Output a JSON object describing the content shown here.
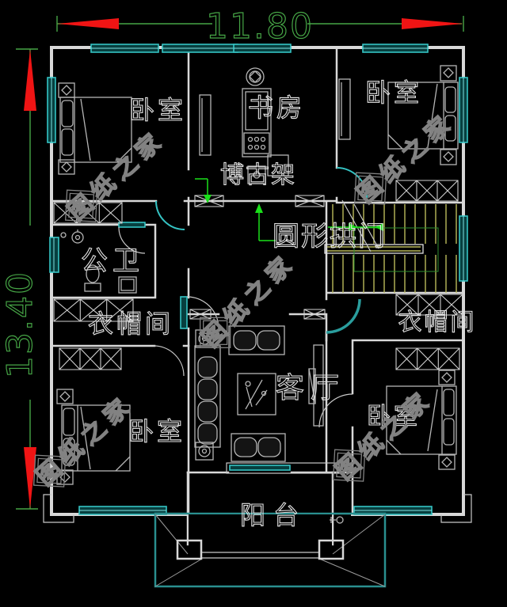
{
  "drawing": {
    "type": "residential floor plan",
    "width_dim": "11.80",
    "height_dim": "13.40"
  },
  "labels": {
    "bedroom_top_left": "卧室",
    "bedroom_top_right": "卧室",
    "bedroom_bottom_left": "卧室",
    "bedroom_bottom_right": "卧室",
    "study": "书房",
    "display_shelf": "博古架",
    "round_arch": "圆形拱门",
    "bathroom": "公卫",
    "cloakroom_left": "衣帽间",
    "cloakroom_right": "衣帽间",
    "living_room": "客厅",
    "balcony": "阳台"
  },
  "watermark": {
    "text": "图纸之家"
  },
  "colors": {
    "background": "#000000",
    "wall": "#d8d8d8",
    "window_cyan": "#35c4c4",
    "dimension_green": "#46a546",
    "arrow_red": "#f01414",
    "stair_yellow": "#b9b95a",
    "marker_green": "#1ae01a",
    "watermark_gray": "#828282"
  }
}
